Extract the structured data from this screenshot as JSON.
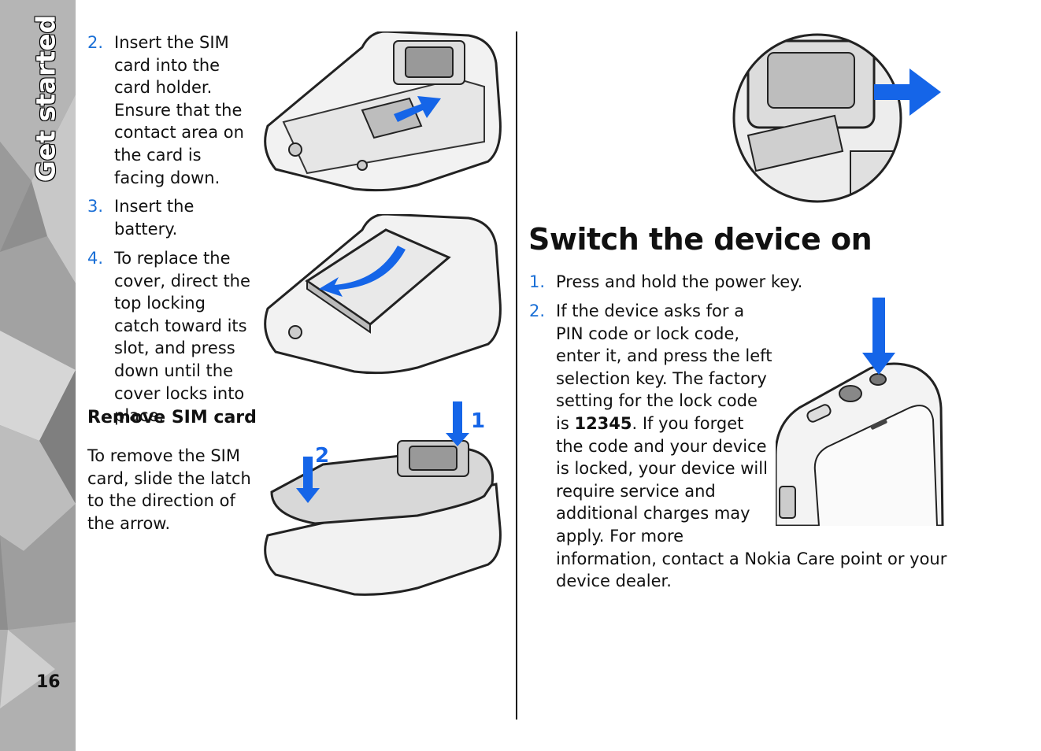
{
  "sidebar": {
    "chapter_title": "Get started",
    "page_number": "16"
  },
  "left_column": {
    "steps": [
      {
        "number": "2.",
        "text": "Insert the SIM card into the card holder. Ensure that the contact area on the card is facing down."
      },
      {
        "number": "3.",
        "text": "Insert the battery."
      },
      {
        "number": "4.",
        "text": "To replace the cover, direct the top locking catch toward its slot, and press down until the cover locks into place."
      }
    ],
    "remove_heading": "Remove SIM card",
    "remove_text": "To remove the SIM card, slide the latch to the direction of the arrow.",
    "cover_callouts": [
      "1",
      "2"
    ]
  },
  "right_column": {
    "heading": "Switch the device on",
    "steps": [
      {
        "number": "1.",
        "text": "Press and hold the power key."
      },
      {
        "number": "2.",
        "text_before": "If the device asks for a PIN code or lock code, enter it, and press the left selection key. The factory setting for the lock code is ",
        "code": "12345",
        "text_after": ". If you forget the code and your device is locked, your device will require service and additional charges may apply. For more information, contact a Nokia Care point or your device dealer."
      }
    ]
  },
  "colors": {
    "accent_blue": "#1a6fd6",
    "arrow_blue": "#1565e8",
    "sidebar_gray": "#8e8e8e"
  },
  "icons": [
    "sim-insert-illustration",
    "battery-insert-illustration",
    "cover-replace-illustration",
    "sim-remove-illustration",
    "power-key-illustration"
  ]
}
